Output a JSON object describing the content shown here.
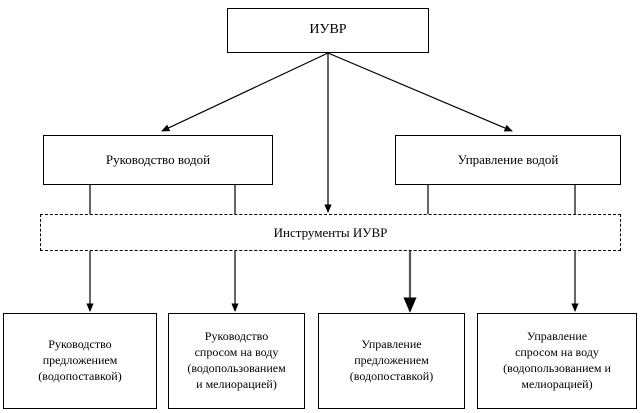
{
  "diagram": {
    "title": "ИУВР",
    "root": {
      "label": "ИУВР"
    },
    "mid": [
      {
        "label": "Руководство водой"
      },
      {
        "label": "Управление водой"
      }
    ],
    "tools": {
      "label": "Инструменты ИУВР"
    },
    "leaves": [
      {
        "line1": "Руководство",
        "line2": "предложением",
        "line3": "(водопоставкой)",
        "line4": ""
      },
      {
        "line1": "Руководство",
        "line2": "спросом на воду",
        "line3": "(водопользованием",
        "line4": "и мелиорацией)"
      },
      {
        "line1": "Управление",
        "line2": "предложением",
        "line3": "(водопоставкой)",
        "line4": ""
      },
      {
        "line1": "Управление",
        "line2": "спросом на воду",
        "line3": "(водопользованием и",
        "line4": "мелиорацией)"
      }
    ],
    "colors": {
      "stroke": "#000000",
      "background": "#ffffff",
      "accent_arrow": "#555555"
    }
  }
}
